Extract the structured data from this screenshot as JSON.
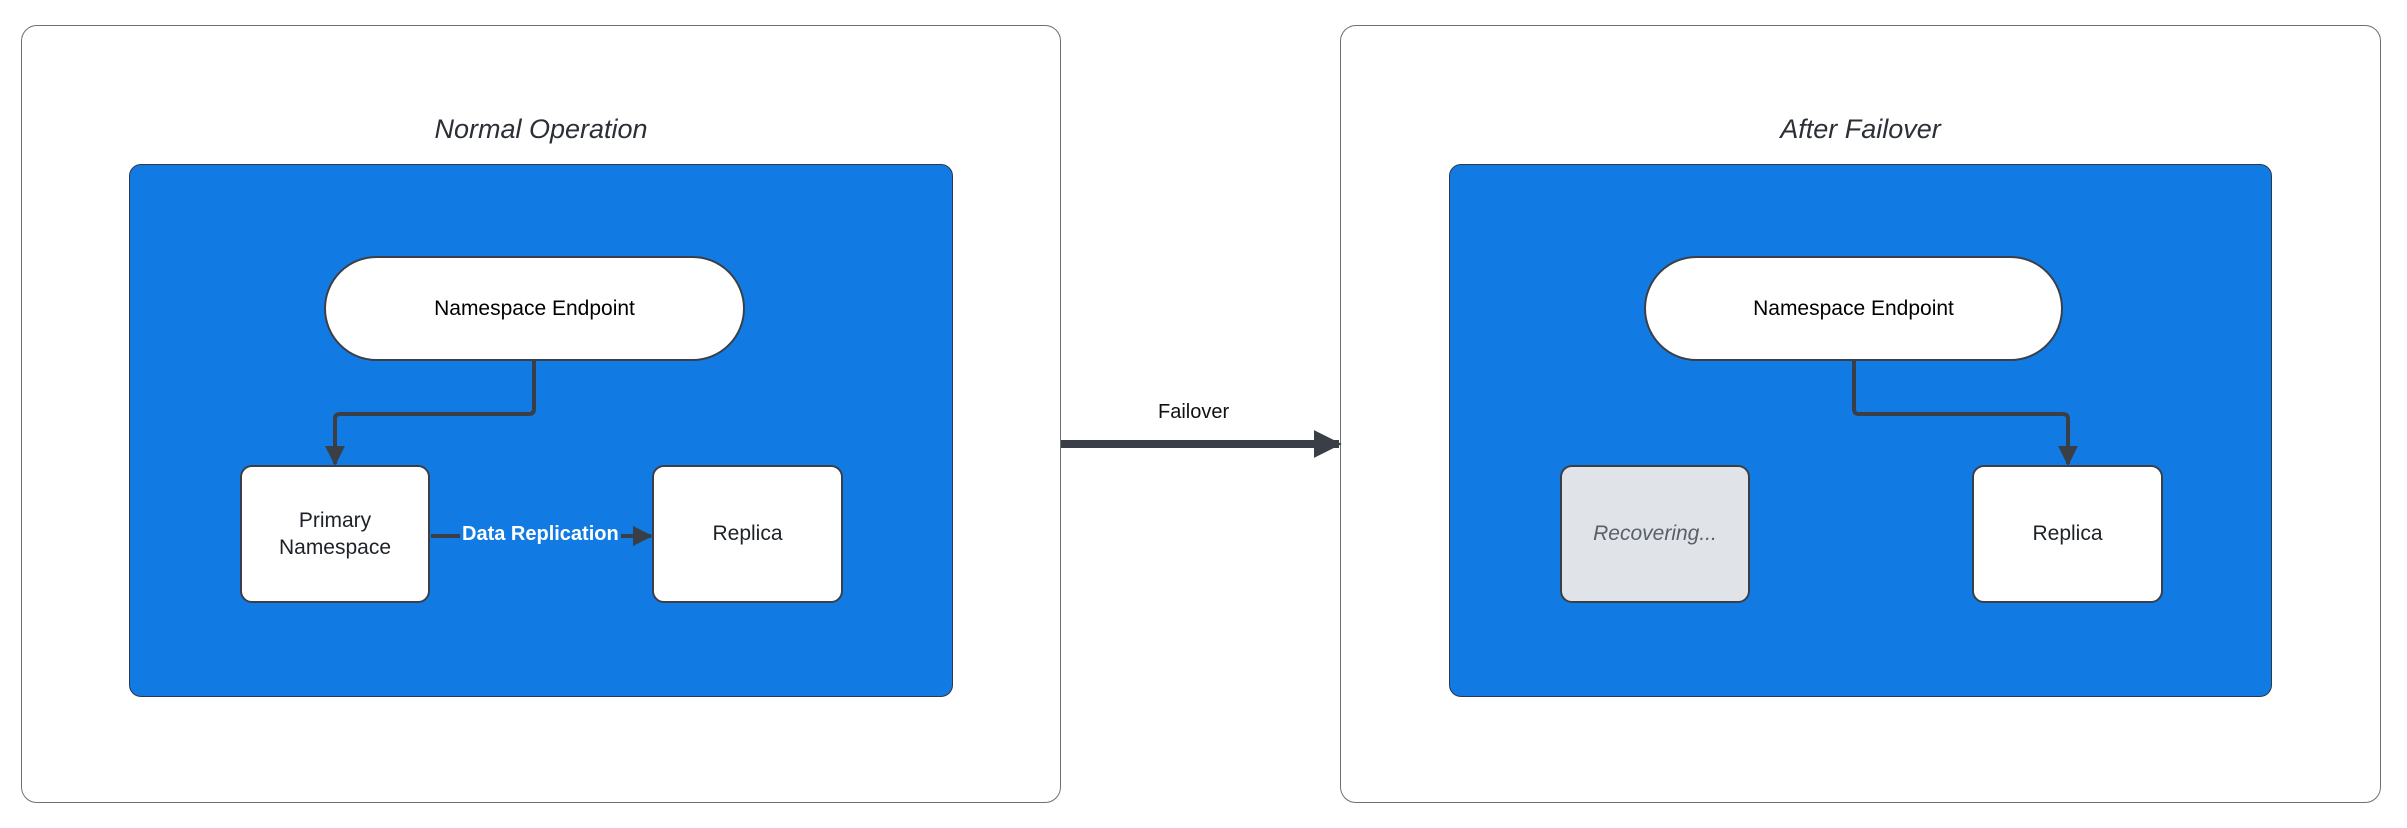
{
  "left_panel": {
    "title": "Normal Operation",
    "endpoint": "Namespace Endpoint",
    "primary": "Primary\nNamespace",
    "replica": "Replica",
    "replication_label": "Data Replication"
  },
  "transition": {
    "label": "Failover"
  },
  "right_panel": {
    "title": "After Failover",
    "endpoint": "Namespace Endpoint",
    "recovering": "Recovering...",
    "replica": "Replica"
  },
  "colors": {
    "zone": "#127be3",
    "arrow": "#3a3f47",
    "recovering": "#e0e3e8"
  }
}
